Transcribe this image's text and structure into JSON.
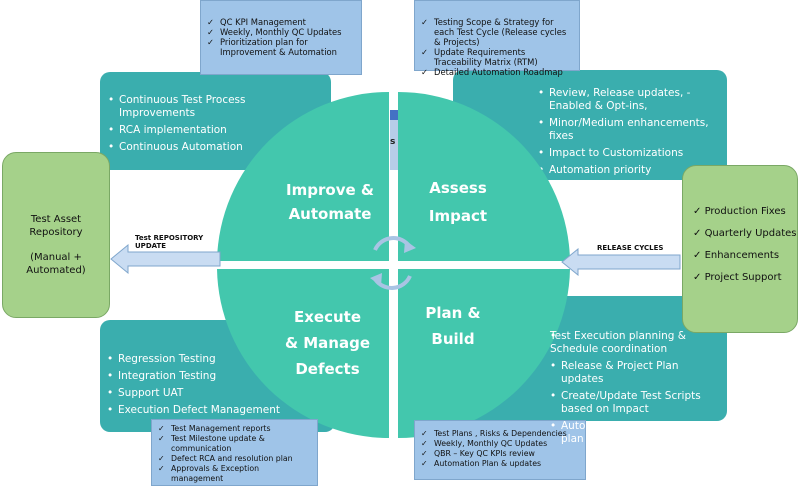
{
  "top_left_notes": [
    "QC KPI Management",
    "Weekly, Monthly QC Updates",
    "Prioritization plan for Improvement & Automation"
  ],
  "top_right_notes": [
    "Testing Scope & Strategy for each Test Cycle  (Release cycles & Projects)",
    "Update Requirements Traceability Matrix (RTM)",
    "Detailed Automation Roadmap"
  ],
  "bottom_left_notes": [
    "Test Management reports",
    "Test Milestone update  & communication",
    "Defect RCA and resolution plan",
    "Approvals & Exception management"
  ],
  "bottom_right_notes": [
    "Test Plans , Risks & Dependencies",
    "Weekly, Monthly QC Updates",
    "QBR – Key QC KPIs review",
    "Automation Plan & updates"
  ],
  "improve_panel": [
    "Continuous Test Process Improvements",
    "RCA implementation",
    "Continuous Automation"
  ],
  "assess_panel": [
    "Review, Release updates, - Enabled & Opt-ins,",
    "Minor/Medium enhancements, fixes",
    "Impact to Customizations",
    "Automation priority"
  ],
  "execute_panel": [
    "Regression Testing",
    "Integration Testing",
    "Support UAT",
    "Execution Defect Management"
  ],
  "plan_panel": [
    "Test Execution planning & Schedule coordination",
    "Release & Project Plan updates",
    "Create/Update Test Scripts based on Impact",
    "Automation Development plan"
  ],
  "quadrants": {
    "improve": [
      "Improve &",
      "Automate"
    ],
    "assess": [
      "Assess",
      "Impact"
    ],
    "execute": [
      "Execute",
      "& Manage",
      "Defects"
    ],
    "plan": [
      "Plan &",
      "Build"
    ]
  },
  "hidden_fragment": "s",
  "repository": {
    "title": "Test Asset Repository",
    "subtitle": "(Manual + Automated)"
  },
  "inputs": [
    "Production Fixes",
    "Quarterly Updates",
    "Enhancements",
    "Project Support"
  ],
  "arrows": {
    "left": "Test REPOSITORY UPDATE",
    "right": "RELEASE CYCLES"
  },
  "colors": {
    "quadrant": "#43c7ad",
    "panel": "#3aaeae",
    "note": "#9fc4e8",
    "green": "#a5d18a",
    "arrow": "#c9dcf2"
  }
}
